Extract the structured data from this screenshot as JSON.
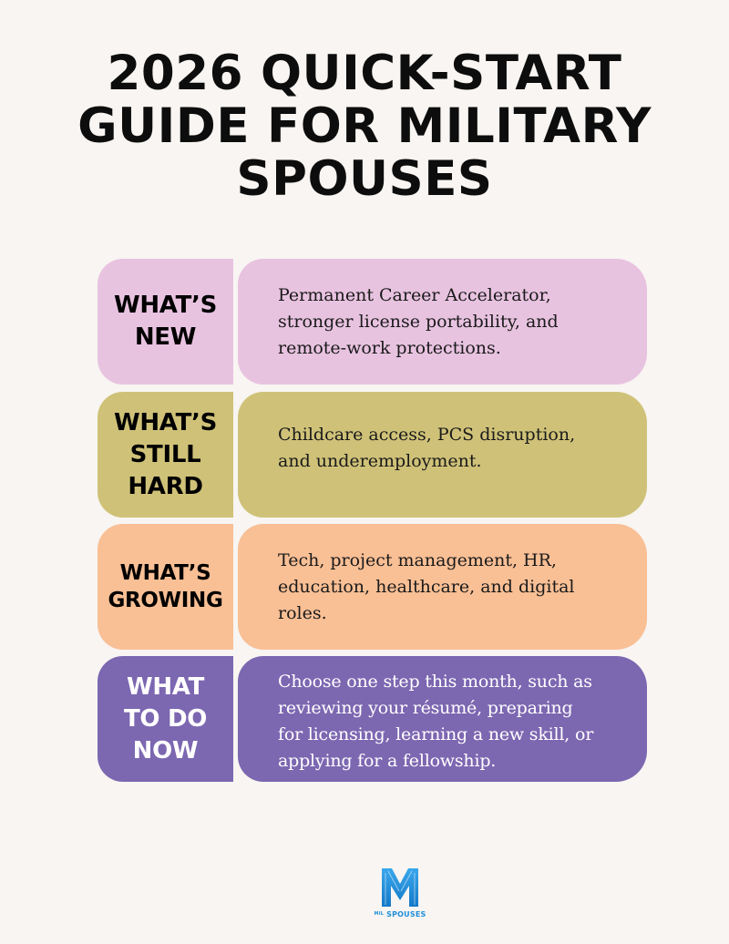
{
  "title": {
    "lines": [
      "2026 QUICK-START",
      "GUIDE FOR MILITARY",
      "SPOUSES"
    ]
  },
  "sections": [
    {
      "label_lines": [
        "WHAT’S",
        "NEW"
      ],
      "text_lines": [
        "Permanent Career Accelerator,",
        "stronger license portability, and",
        "remote-work protections."
      ],
      "color": "#e8c3e0"
    },
    {
      "label_lines": [
        "WHAT’S",
        "STILL",
        "HARD"
      ],
      "text_lines": [
        "Childcare access, PCS disruption,",
        "and underemployment."
      ],
      "color": "#cfc278"
    },
    {
      "label_lines": [
        "WHAT’S",
        "GROWING"
      ],
      "text_lines": [
        "Tech, project management, HR,",
        "education, healthcare, and digital",
        "roles."
      ],
      "color": "#f9bf95"
    },
    {
      "label_lines": [
        "WHAT",
        "TO DO",
        "NOW"
      ],
      "text_lines": [
        "Choose one step this month, such as",
        "reviewing your résumé, preparing",
        "for licensing, learning a new skill, or",
        "applying for a fellowship."
      ],
      "color": "#7c67b1"
    }
  ],
  "logo": {
    "letter": "M",
    "caption_small": "MIL",
    "caption_main": "SPOUSES",
    "color": "#1f8fd8",
    "icon": "milspouses-logo"
  }
}
